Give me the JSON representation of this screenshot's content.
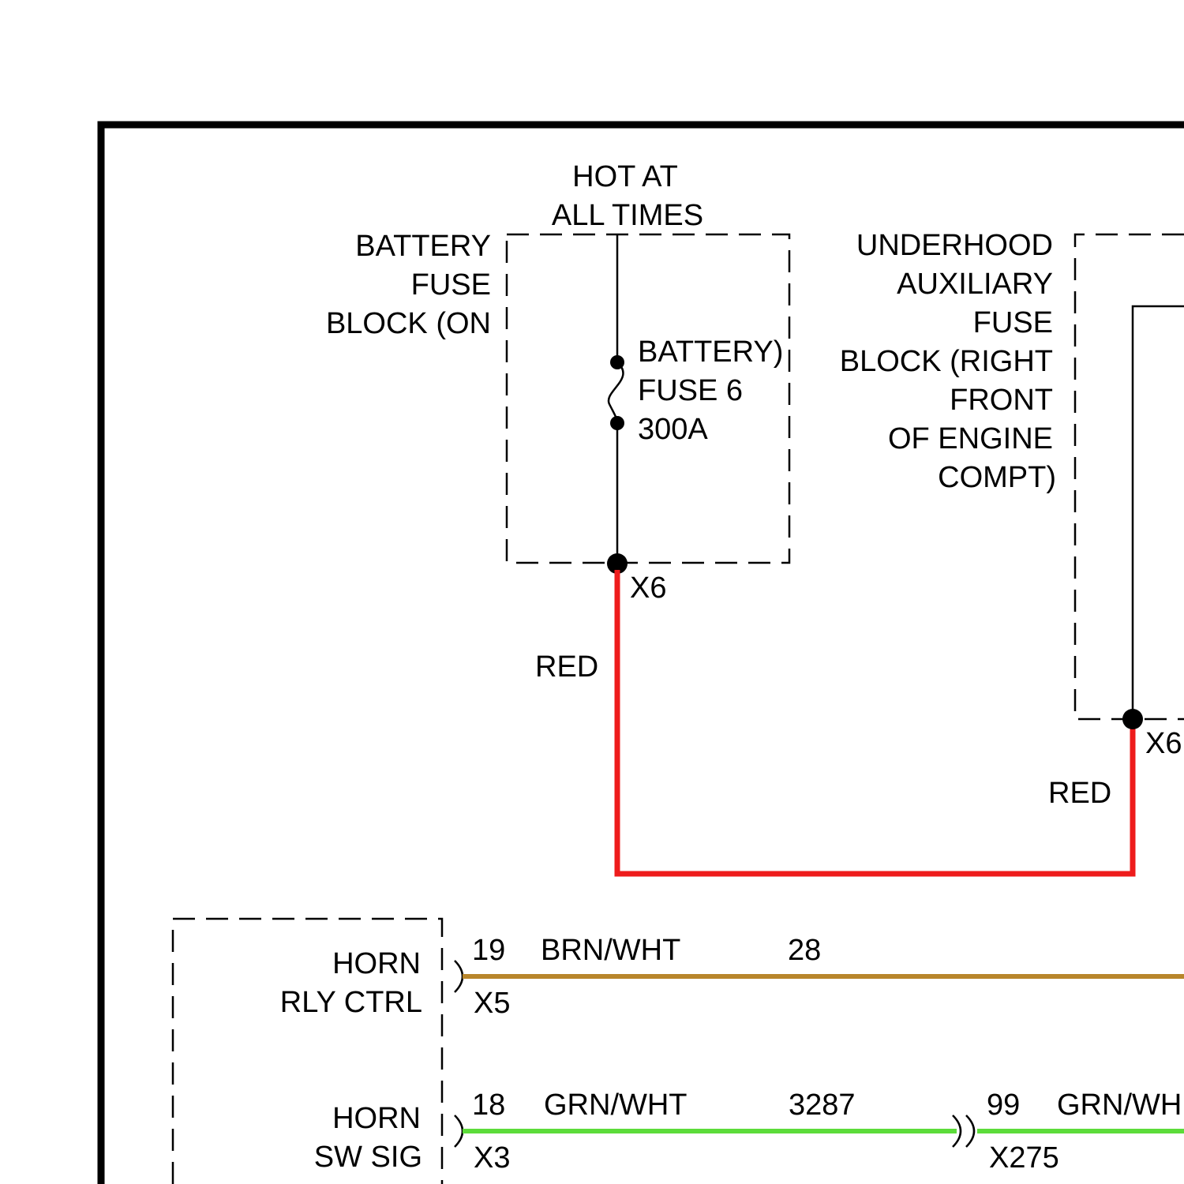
{
  "diagram": {
    "hot_label": [
      "HOT AT",
      "ALL TIMES"
    ],
    "battery_block_label": [
      "BATTERY",
      "FUSE",
      "BLOCK (ON"
    ],
    "fuse_label": [
      "BATTERY)",
      "FUSE 6",
      "300A"
    ],
    "underhood_block_label": [
      "UNDERHOOD",
      "AUXILIARY",
      "FUSE",
      "BLOCK (RIGHT",
      "FRONT",
      "OF ENGINE",
      "COMPT)"
    ],
    "connectors": {
      "battery_x6": "X6",
      "underhood_x6": "X6",
      "horn_rly_ctrl": "X5",
      "horn_sw_sig": "X3",
      "inline": "X275"
    },
    "wire_colors": {
      "red_left": "RED",
      "red_right": "RED"
    },
    "module_labels": {
      "horn_rly_ctrl": [
        "HORN",
        "RLY CTRL"
      ],
      "horn_sw_sig": [
        "HORN",
        "SW SIG"
      ]
    },
    "circuits": {
      "horn_rly_ctrl": {
        "pin": "19",
        "color": "BRN/WHT",
        "circuit": "28"
      },
      "horn_sw_sig": {
        "pin": "18",
        "color": "GRN/WHT",
        "circuit": "3287"
      },
      "inline": {
        "pin": "99",
        "color": "GRN/WH"
      }
    },
    "colors": {
      "red_wire": "#ee1c1c",
      "brn_wht_wire": "#b8862b",
      "grn_wht_wire": "#5cdc3a",
      "frame": "#000000"
    }
  }
}
